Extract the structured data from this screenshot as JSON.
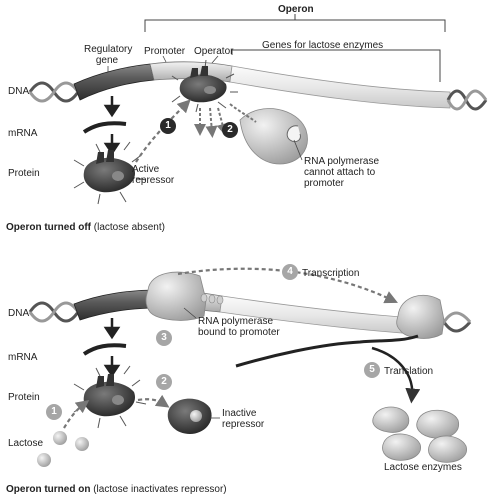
{
  "top": {
    "operon_label": "Operon",
    "regulatory_gene_label": "Regulatory\ngene",
    "promoter_label": "Promoter",
    "operator_label": "Operator",
    "genes_label": "Genes for lactose enzymes",
    "dna_label": "DNA",
    "mrna_label": "mRNA",
    "protein_label": "Protein",
    "active_repressor_label": "Active\nrepressor",
    "rna_pol_label": "RNA polymerase\ncannot attach to\npromoter",
    "step1": "1",
    "step2": "2",
    "caption_bold": "Operon turned off",
    "caption_rest": " (lactose absent)"
  },
  "bottom": {
    "dna_label": "DNA",
    "mrna_label": "mRNA",
    "protein_label": "Protein",
    "lactose_label": "Lactose",
    "transcription_label": "Transcription",
    "translation_label": "Translation",
    "rna_pol_bound_label": "RNA polymerase\nbound to promoter",
    "inactive_repressor_label": "Inactive\nrepressor",
    "lactose_enzymes_label": "Lactose enzymes",
    "step1": "1",
    "step2": "2",
    "step3": "3",
    "step4": "4",
    "step5": "5",
    "caption_bold": "Operon turned on",
    "caption_rest": " (lactose inactivates repressor)"
  },
  "colors": {
    "regulatory_gene": "#555555",
    "promoter": "#d9d9d9",
    "genes": "#ececec",
    "repressor": "#3a3a3a",
    "polymerase": "#bdbdbd",
    "dark_step": "#2a2a2a",
    "grey_step": "#a6a6a6"
  }
}
